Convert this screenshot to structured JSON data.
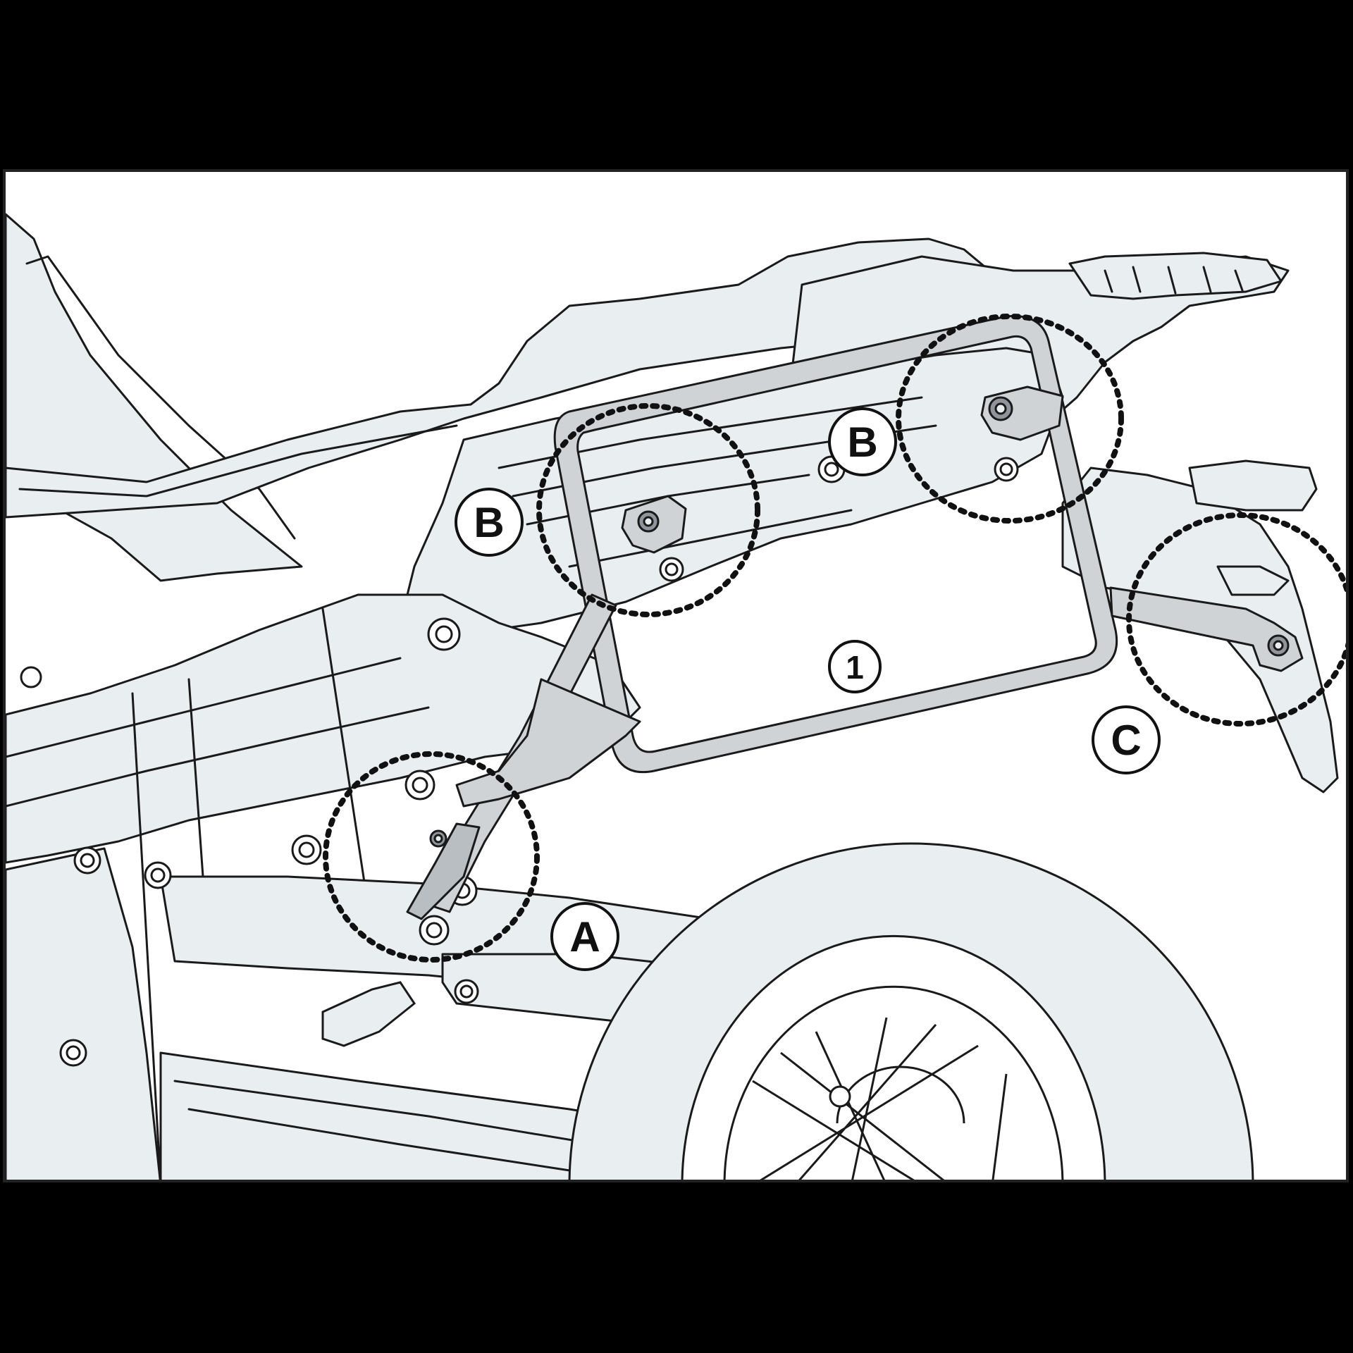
{
  "callouts": [
    {
      "id": "B-left",
      "label": "B"
    },
    {
      "id": "B-top",
      "label": "B"
    },
    {
      "id": "C",
      "label": "C"
    },
    {
      "id": "A",
      "label": "A"
    },
    {
      "id": "1",
      "label": "1"
    }
  ],
  "colors": {
    "background": "#000000",
    "panel": "#ffffff",
    "body_fill": "#e9eef1",
    "outline": "#1a1a1a",
    "rack_fill": "#cfd3d6",
    "rack_stroke": "#1a1a1a",
    "detail_circle": "#111111"
  }
}
